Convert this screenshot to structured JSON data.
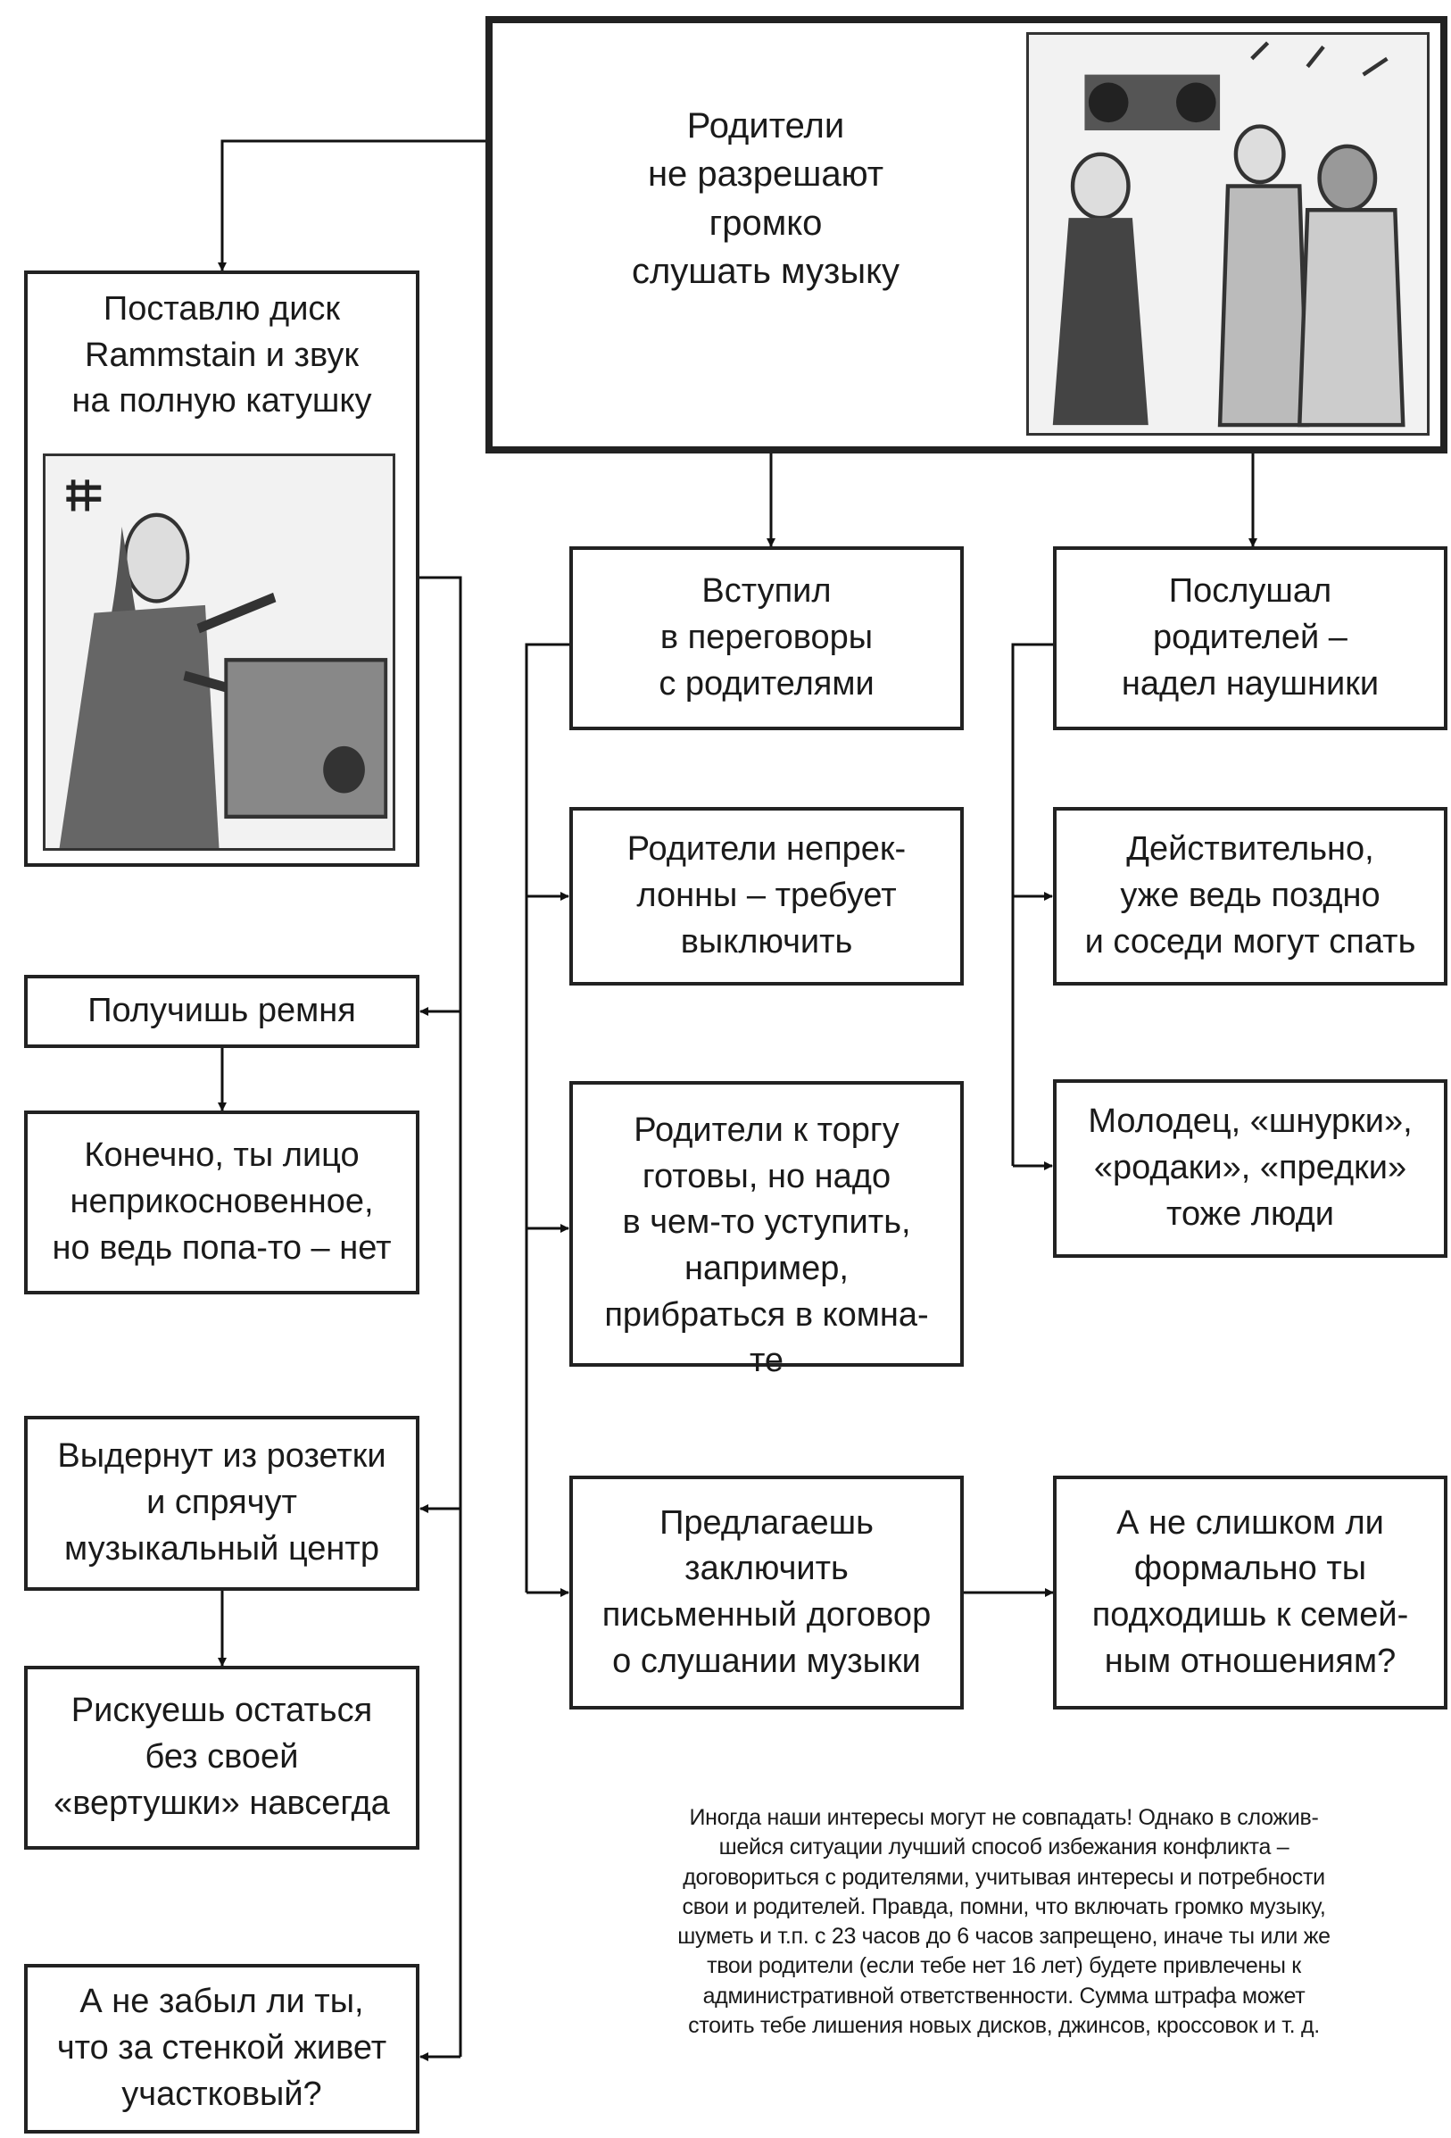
{
  "diagram": {
    "top": "Родители\nне разрешают\nгромко\nслушать музыку",
    "left_branch": {
      "start": "Поставлю диск\nRammstain и звук\nна полную катушку",
      "outcomes": [
        "Получишь ремня",
        "Конечно, ты лицо\nнеприкосновенное,\nно ведь попа-то – нет",
        "Выдернут из розетки\nи спрячут\nмузыкальный центр",
        "Рискуешь остаться\nбез своей\n«вертушки» навсегда",
        "А не забыл ли ты,\nчто за стенкой живет\nучастковый?"
      ]
    },
    "middle_branch": {
      "start": "Вступил\nв переговоры\nс родителями",
      "outcomes": [
        "Родители непрек-\nлонны – требует\nвыключить",
        "Родители к торгу\nготовы, но надо\nв чем-то уступить,\nнапример,\nприбраться в комна-\nте",
        "Предлагаешь\nзаключить\nписьменный договор\nо слушании музыки"
      ]
    },
    "right_branch": {
      "start": "Послушал\nродителей –\nнадел наушники",
      "outcomes": [
        "Действительно,\nуже ведь поздно\nи соседи могут спать",
        "Молодец, «шнурки»,\n«родаки», «предки»\nтоже люди",
        "А не слишком ли\nформально ты\nподходишь к семей-\nным отношениям?"
      ]
    },
    "note": "Иногда наши интересы могут не совпадать! Однако в сложив-\nшейся ситуации лучший способ избежания конфликта –\nдоговориться с родителями, учитывая интересы и потребности\nсвои и родителей. Правда, помни, что включать громко музыку,\nшуметь и т.п. с 23 часов до 6 часов запрещено, иначе ты или же\nтвои родители (если тебе нет 16 лет) будете привлечены к\nадминистративной ответственности. Сумма штрафа может\nстоить тебе лишения новых дисков, джинсов, кроссовок и т. д."
  }
}
